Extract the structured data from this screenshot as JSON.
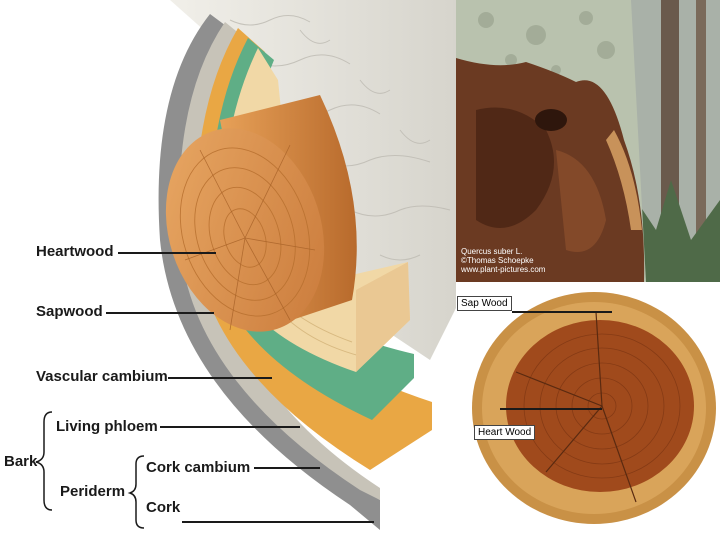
{
  "labels": {
    "heartwood": "Heartwood",
    "sapwood": "Sapwood",
    "vascular_cambium": "Vascular cambium",
    "living_phloem": "Living phloem",
    "bark": "Bark",
    "cork_cambium": "Cork cambium",
    "periderm": "Periderm",
    "cork": "Cork"
  },
  "photo_caption": {
    "species": "Quercus suber L.",
    "credit": "©Thomas Schoepke",
    "site": "www.plant-pictures.com"
  },
  "cross_section_labels": {
    "sap_wood": "Sap Wood",
    "heart_wood": "Heart Wood"
  },
  "colors": {
    "bark_white": "#e6e4dc",
    "heartwood": "#d98c4a",
    "sapwood": "#f1d8a6",
    "cambium": "#5fae86",
    "phloem": "#e9a744",
    "cork": "#8f8f8f",
    "photo_bark": "#6b3a22",
    "lichen": "#b9c2ae"
  }
}
